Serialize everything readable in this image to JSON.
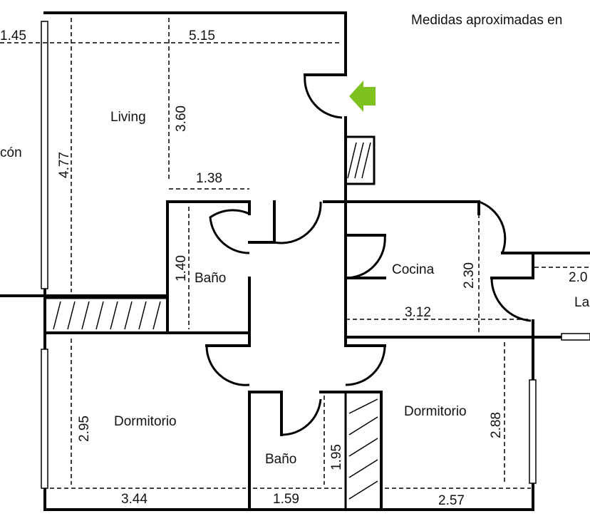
{
  "note": "Medidas aproximadas en",
  "rooms": {
    "living": "Living",
    "balcon": "cón",
    "bano1": "Baño",
    "cocina": "Cocina",
    "lavadero": "La",
    "dormitorio1": "Dormitorio",
    "bano2": "Baño",
    "dormitorio2": "Dormitorio"
  },
  "dimensions": {
    "balcon_width": "1.45",
    "living_width": "5.15",
    "living_depth": "3.60",
    "balcon_depth": "4.77",
    "bano1_width": "1.38",
    "bano1_depth": "1.40",
    "cocina_depth": "2.30",
    "cocina_width": "3.12",
    "lavadero_width": "2.0",
    "dorm1_depth": "2.95",
    "dorm1_width": "3.44",
    "bano2_width": "1.59",
    "bano2_depth": "1.95",
    "dorm2_depth": "2.88",
    "dorm2_width": "2.57"
  },
  "colors": {
    "entry_arrow": "#7dc21e"
  }
}
